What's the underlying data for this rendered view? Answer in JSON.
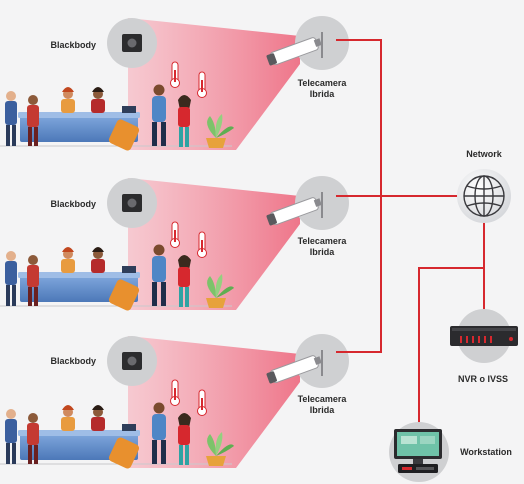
{
  "rows": [
    {
      "blackbody_label": "Blackbody",
      "camera_label_line1": "Telecamera",
      "camera_label_line2": "Ibrida"
    },
    {
      "blackbody_label": "Blackbody",
      "camera_label_line1": "Telecamera",
      "camera_label_line2": "Ibrida"
    },
    {
      "blackbody_label": "Blackbody",
      "camera_label_line1": "Telecamera",
      "camera_label_line2": "Ibrida"
    }
  ],
  "network": {
    "label": "Network",
    "icon": "globe-icon"
  },
  "nvr": {
    "label": "NVR o IVSS",
    "icon": "recorder-icon"
  },
  "workstation": {
    "label": "Workstation",
    "icon": "computer-icon"
  },
  "colors": {
    "connection_line": "#d6282e",
    "detection_cone": "#f27f8e",
    "device_circle": "#cfd0d2",
    "counter": "#5b86c4",
    "background": "#f4f4f5"
  }
}
